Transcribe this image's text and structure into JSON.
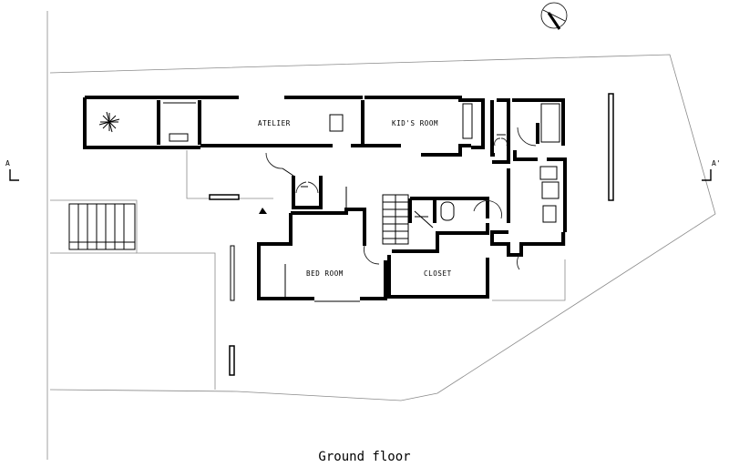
{
  "caption": "Ground floor",
  "rooms": {
    "atelier": "ATELIER",
    "kids_room": "KID'S  ROOM",
    "bed_room": "BED  ROOM",
    "closet": "CLOSET"
  },
  "section_marks": {
    "left": "A",
    "right": "A'"
  },
  "icons": [
    "north-arrow-icon",
    "tree-icon",
    "entrance-arrow-icon"
  ]
}
